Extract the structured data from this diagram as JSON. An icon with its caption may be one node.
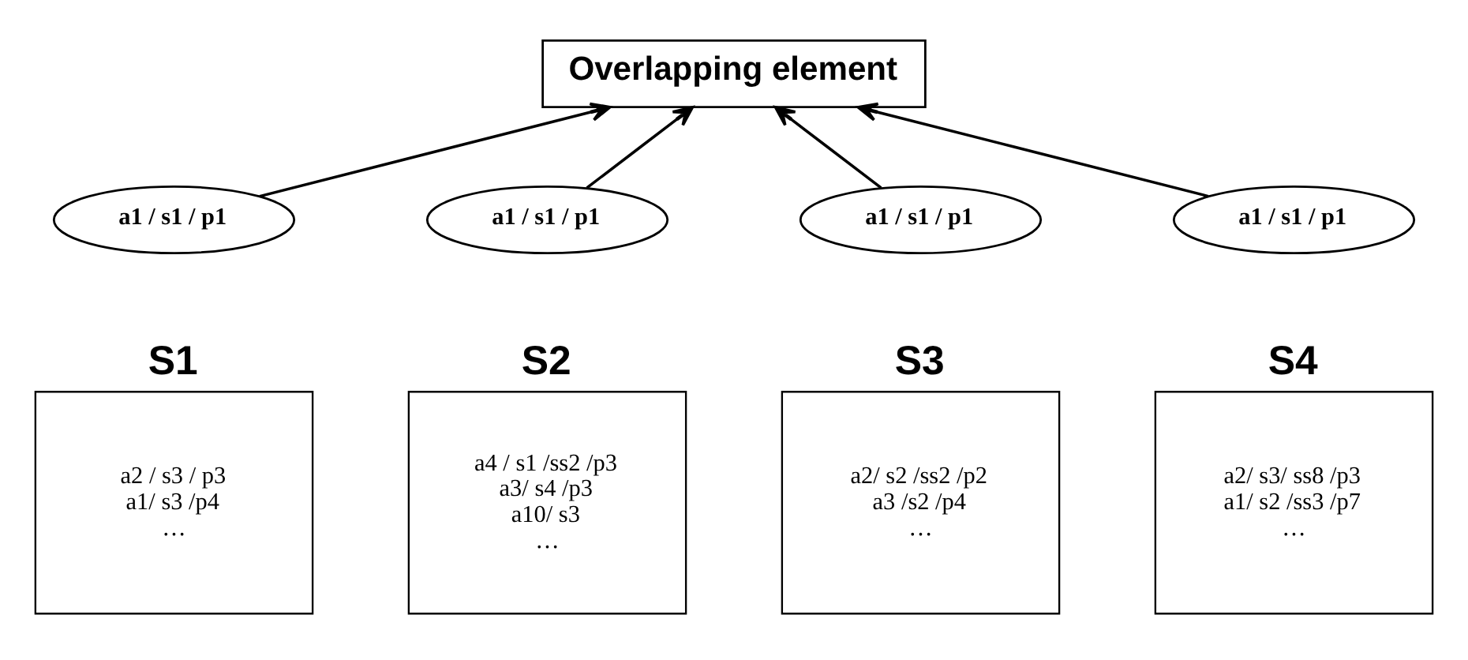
{
  "diagram": {
    "nodes": [
      {
        "text": [
          "Overlapping element"
        ]
      },
      {
        "text": [
          "S1",
          "a2 / s3 / p3",
          "a1/ s3 /p4",
          "…"
        ]
      },
      {
        "text": [
          "a1 / s1 / p1"
        ]
      },
      {
        "text": [
          "S2",
          "a4 / s1 /ss2 /p3",
          "a3/ s4 /p3",
          "a10/ s3",
          "…"
        ]
      },
      {
        "text": [
          "a1 / s1 / p1"
        ]
      },
      {
        "text": [
          "S3",
          "a2/ s2 /ss2 /p2",
          "a3 /s2 /p4",
          "…"
        ]
      },
      {
        "text": [
          "a1 / s1 / p1"
        ]
      },
      {
        "text": [
          "S4",
          "a2/ s3/ ss8 /p3",
          "a1/ s2 /ss3 /p7",
          "…"
        ]
      },
      {
        "text": [
          "a1 / s1 / p1"
        ]
      }
    ],
    "edges": [
      {
        "from": 2,
        "to": 0,
        "arrow": "to"
      },
      {
        "from": 4,
        "to": 0,
        "arrow": "to"
      },
      {
        "from": 6,
        "to": 0,
        "arrow": "to"
      },
      {
        "from": 8,
        "to": 0,
        "arrow": "to"
      }
    ]
  }
}
